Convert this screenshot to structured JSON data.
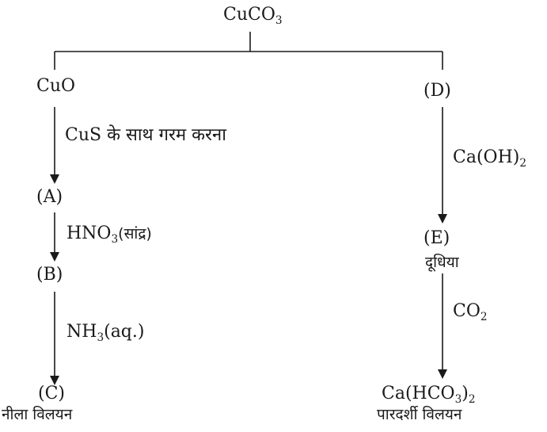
{
  "diagram": {
    "root": {
      "text": "CuCO",
      "sub": "3"
    },
    "left": {
      "node1": "CuO",
      "step1": "CuS के साथ गरम करना",
      "nodeA": "(A)",
      "step2": {
        "pre": "HNO",
        "sub": "3",
        "post": "(सांद्र)"
      },
      "nodeB": "(B)",
      "step3": {
        "pre": "NH",
        "sub": "3",
        "post": "(aq.)"
      },
      "nodeC": "(C)",
      "noteC": "नीला विलयन"
    },
    "right": {
      "nodeD": "(D)",
      "step1": {
        "pre": "Ca(OH)",
        "sub": "2"
      },
      "nodeE": "(E)",
      "noteE": "दूधिया",
      "step2": {
        "pre": "CO",
        "sub": "2"
      },
      "product": {
        "p1": "Ca(HCO",
        "s1": "3",
        "p2": ")",
        "s2": "2"
      },
      "noteProduct": "पारदर्शी विलयन"
    }
  }
}
